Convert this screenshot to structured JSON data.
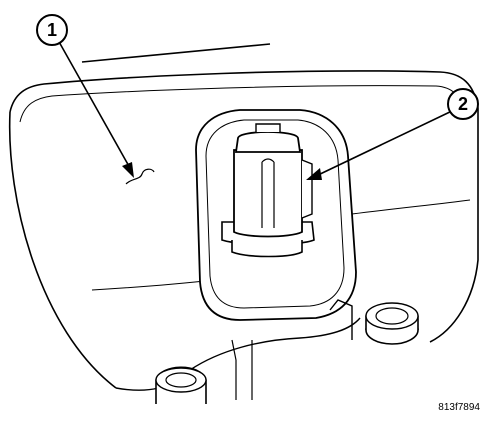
{
  "callouts": [
    {
      "number": "1",
      "target": "lens-housing"
    },
    {
      "number": "2",
      "target": "electrical-connector"
    }
  ],
  "figure_id": "813f7894",
  "colors": {
    "line": "#000000",
    "background": "#ffffff"
  }
}
